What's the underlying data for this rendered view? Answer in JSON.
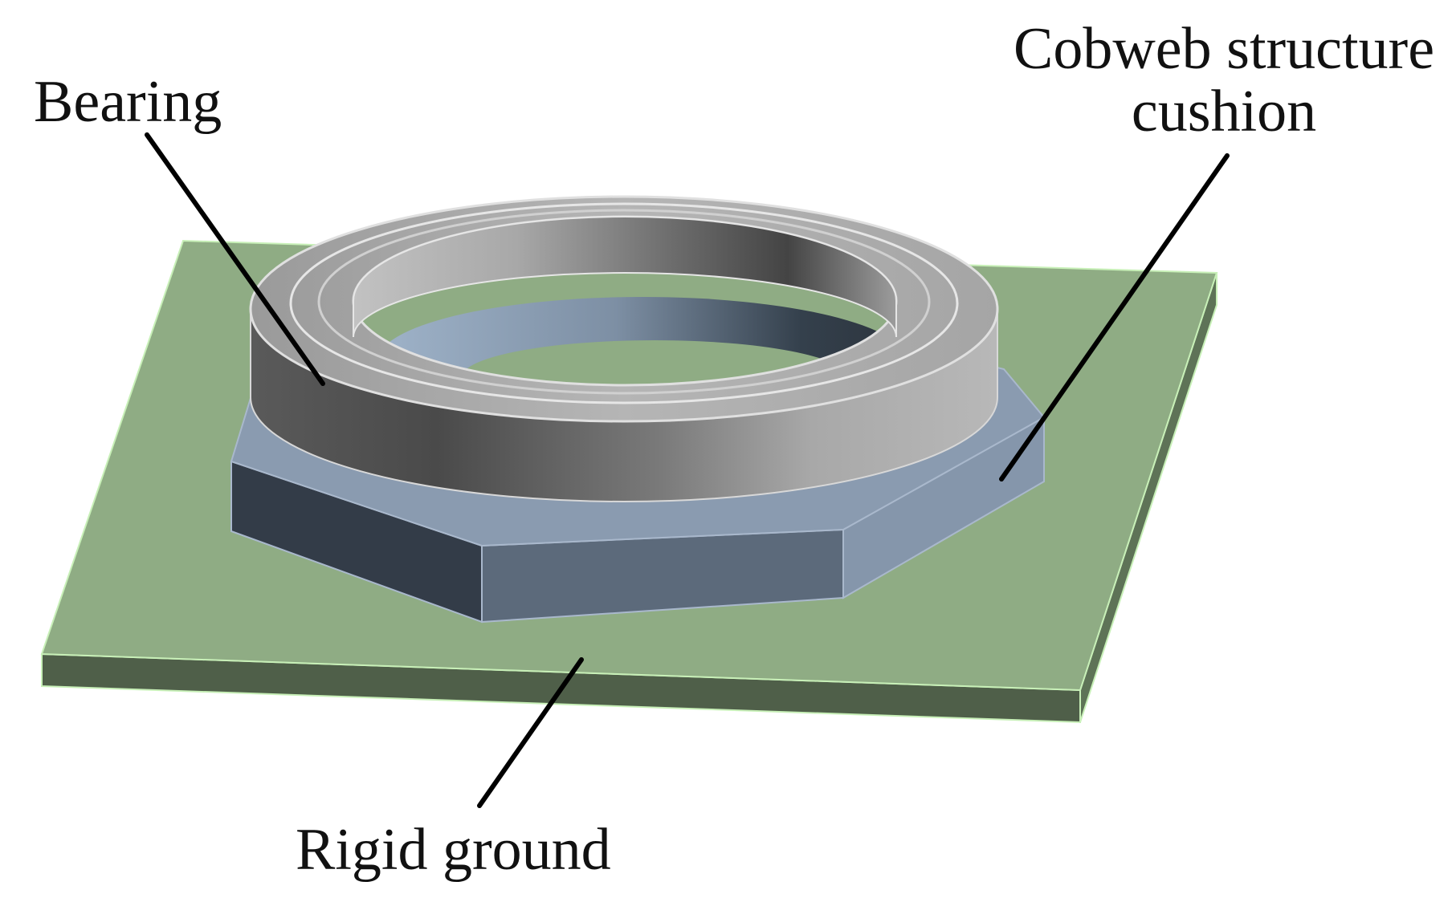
{
  "labels": {
    "bearing": "Bearing",
    "cushion_line1": "Cobweb structure",
    "cushion_line2": "cushion",
    "ground": "Rigid ground"
  },
  "colors": {
    "ground_top": "#8fac84",
    "ground_side": "#4f5f49",
    "ground_edge": "#c8f0b8",
    "cushion_light": "#8a9bb0",
    "cushion_dark": "#333c48",
    "bearing_light": "#bdbdbd",
    "bearing_dark": "#3c3c3c",
    "leader_line": "#000000"
  }
}
